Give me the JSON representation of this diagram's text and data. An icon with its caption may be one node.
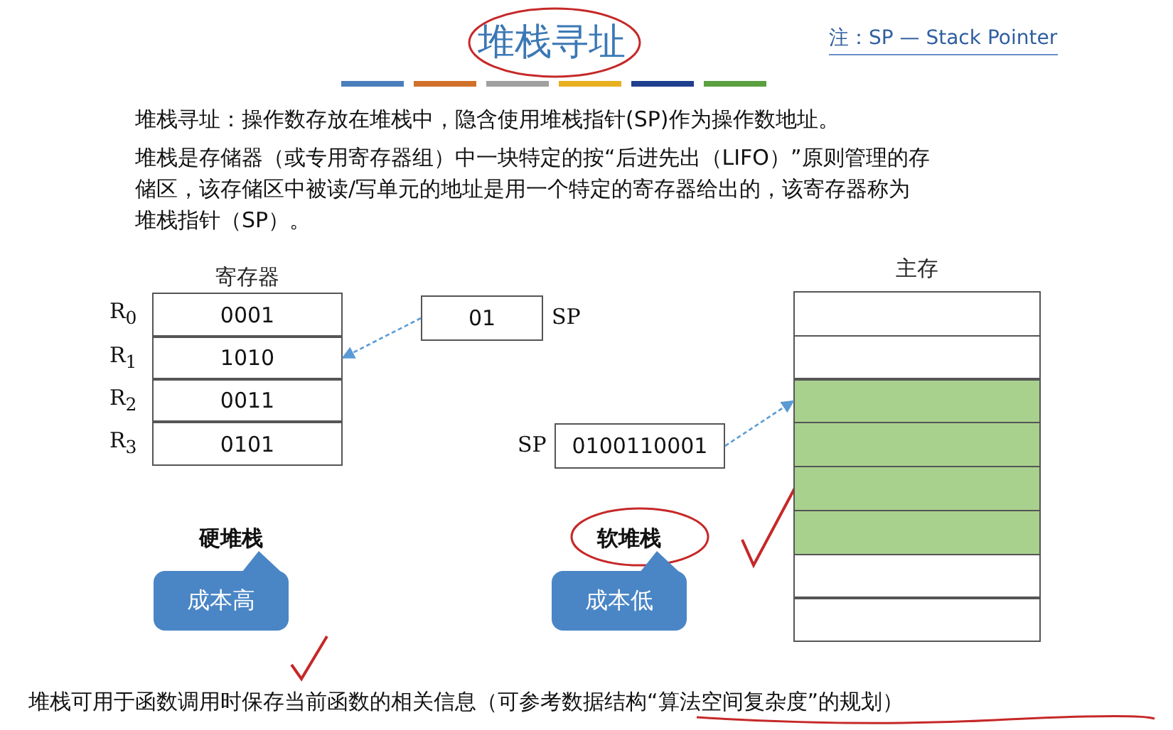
{
  "diagram": {
    "title": "堆栈寻址",
    "nodes": [
      {
        "text": [
          "寄存器"
        ]
      },
      {
        "text": [
          "0001"
        ],
        "in": 0,
        "beside": [
          "R$_{0}$"
        ]
      },
      {
        "text": [
          "1010"
        ],
        "in": 0,
        "beside": [
          "R$_{1}$"
        ]
      },
      {
        "text": [
          "0011"
        ],
        "in": 0,
        "beside": [
          "R$_{2}$"
        ]
      },
      {
        "text": [
          "0101"
        ],
        "in": 0,
        "beside": [
          "R$_{3}$"
        ]
      },
      {
        "text": [
          "01"
        ],
        "beside": [
          "SP"
        ]
      },
      {
        "text": [
          "0100110001"
        ],
        "beside": [
          "SP"
        ]
      },
      {
        "text": [
          "主存"
        ]
      },
      {
        "text": [],
        "shape": "box",
        "in": 7
      },
      {
        "text": [],
        "shape": "box",
        "in": 7
      },
      {
        "text": [],
        "shape": "box",
        "in": 7
      },
      {
        "text": [],
        "shape": "box",
        "in": 7
      },
      {
        "text": [],
        "shape": "box",
        "in": 7
      },
      {
        "text": [],
        "shape": "box",
        "in": 7
      },
      {
        "text": [],
        "shape": "box",
        "in": 7
      },
      {
        "text": [],
        "shape": "box",
        "in": 7
      },
      {
        "text": [
          "成本高"
        ]
      },
      {
        "text": [
          "成本低"
        ]
      }
    ],
    "edges": [
      {
        "from": 5,
        "to": 2,
        "arrow": "to",
        "style": "dashed"
      },
      {
        "from": 6,
        "to": 10,
        "arrow": "to",
        "style": "dashed"
      }
    ],
    "labels": [
      "注：SP — Stack Pointer",
      "堆栈寻址：操作数存放在堆栈中，隐含使用堆栈指针(SP)作为操作数地址。",
      "堆栈是存储器（或专用寄存器组）中一块特定的按“后进先出（LIFO）”原则管理的存储区，该存储区中被读/写单元的地址是用一个特定的寄存器给出的，该寄存器称为堆栈指针（SP）。",
      "硬堆栈",
      "软堆栈",
      "堆栈可用于函数调用时保存当前函数的相关信息（可参考数据结构“算法空间复杂度”的规划）"
    ]
  }
}
